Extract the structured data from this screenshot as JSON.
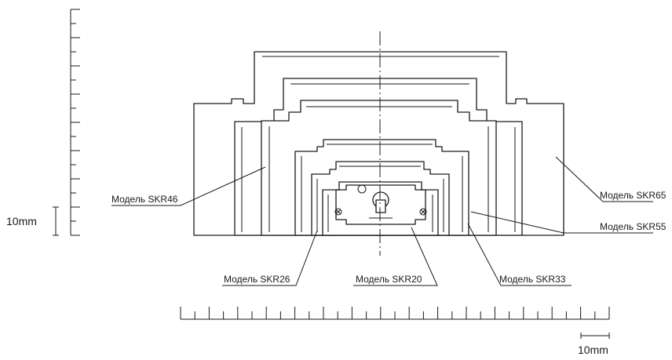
{
  "scale": {
    "vertical_label": "10mm",
    "horizontal_label": "10mm"
  },
  "models": {
    "skr65": "Модель SKR65",
    "skr55": "Модель SKR55",
    "skr46": "Модель SKR46",
    "skr33": "Модель SKR33",
    "skr26": "Модель SKR26",
    "skr20": "Модель SKR20"
  }
}
